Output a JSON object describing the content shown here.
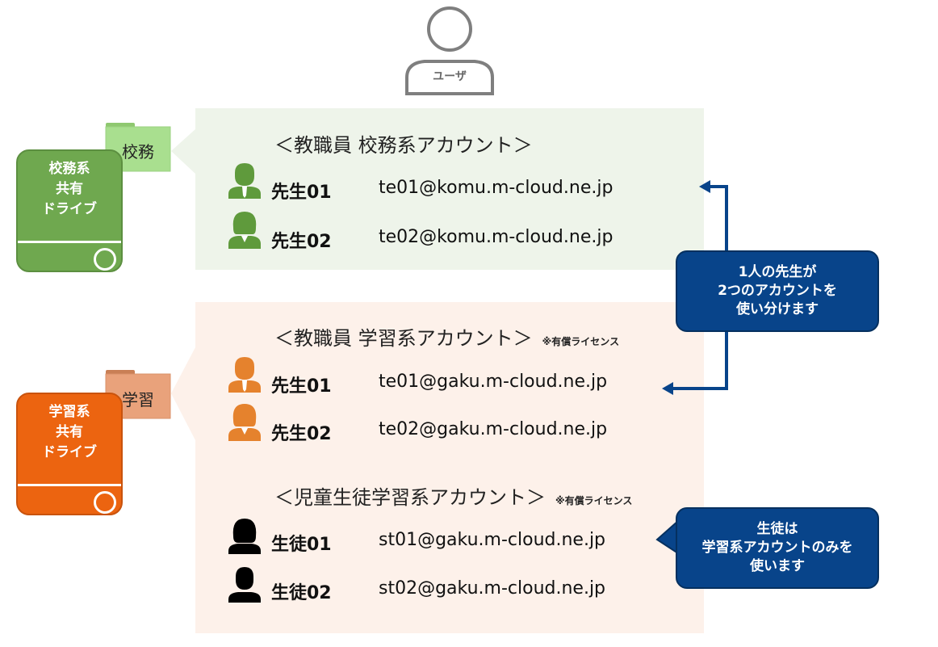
{
  "user": {
    "label": "ユーザ"
  },
  "komu": {
    "heading": "＜教職員 校務系アカウント＞",
    "folder_label": "校務",
    "drive_lines": [
      "校務系",
      "共有",
      "ドライブ"
    ],
    "accounts": [
      {
        "name": "先生01",
        "email": "te01@komu.m-cloud.ne.jp",
        "icon": "male-teacher-icon"
      },
      {
        "name": "先生02",
        "email": "te02@komu.m-cloud.ne.jp",
        "icon": "female-teacher-icon"
      }
    ]
  },
  "gaku": {
    "heading": "＜教職員 学習系アカウント＞",
    "note": "※有償ライセンス",
    "folder_label": "学習",
    "drive_lines": [
      "学習系",
      "共有",
      "ドライブ"
    ],
    "accounts": [
      {
        "name": "先生01",
        "email": "te01@gaku.m-cloud.ne.jp",
        "icon": "male-teacher-icon"
      },
      {
        "name": "先生02",
        "email": "te02@gaku.m-cloud.ne.jp",
        "icon": "female-teacher-icon"
      }
    ]
  },
  "student": {
    "heading": "＜児童生徒学習系アカウント＞",
    "note": "※有償ライセンス",
    "accounts": [
      {
        "name": "生徒01",
        "email": "st01@gaku.m-cloud.ne.jp",
        "icon": "female-student-icon"
      },
      {
        "name": "生徒02",
        "email": "st02@gaku.m-cloud.ne.jp",
        "icon": "male-student-icon"
      }
    ]
  },
  "callouts": {
    "teacher": [
      "1人の先生が",
      "2つのアカウントを",
      "使い分けます"
    ],
    "student": [
      "生徒は",
      "学習系アカウントのみを",
      "使います"
    ]
  },
  "colors": {
    "komu_drive": "#6fa84f",
    "komu_folder": "#a9df8f",
    "komu_panel": "#eef4ea",
    "gaku_drive": "#ec6410",
    "gaku_folder": "#e9a27b",
    "gaku_panel": "#fdf1ea",
    "callout": "#08448a",
    "komu_icon": "#5f9a3c",
    "gaku_icon": "#e5822d"
  }
}
